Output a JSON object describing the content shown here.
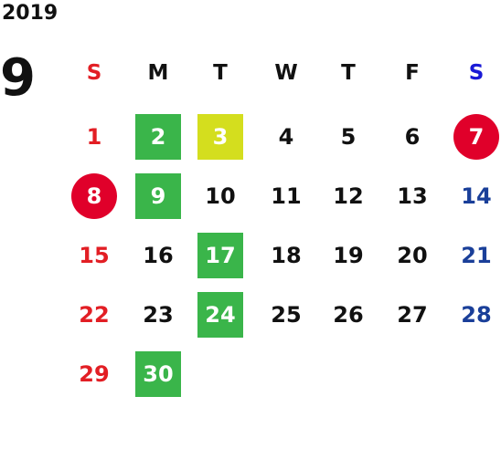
{
  "calendar": {
    "year": "2019",
    "month": "9",
    "weekdays": [
      "S",
      "M",
      "T",
      "W",
      "T",
      "F",
      "S"
    ],
    "start_weekday": 0,
    "days_in_month": 30,
    "colors": {
      "default": "#111111",
      "sunday": "#e21e24",
      "saturday": "#1a3f99",
      "saturday_header": "#1a1ad6",
      "holiday_circle": "#e0002a",
      "green_mark": "#3ab54a",
      "yellow_mark": "#d4de1e",
      "mark_text": "#ffffff"
    },
    "marked_days": {
      "green": [
        2,
        9,
        17,
        24,
        30
      ],
      "yellow": [
        3
      ],
      "red_circle": [
        7,
        8
      ]
    }
  }
}
